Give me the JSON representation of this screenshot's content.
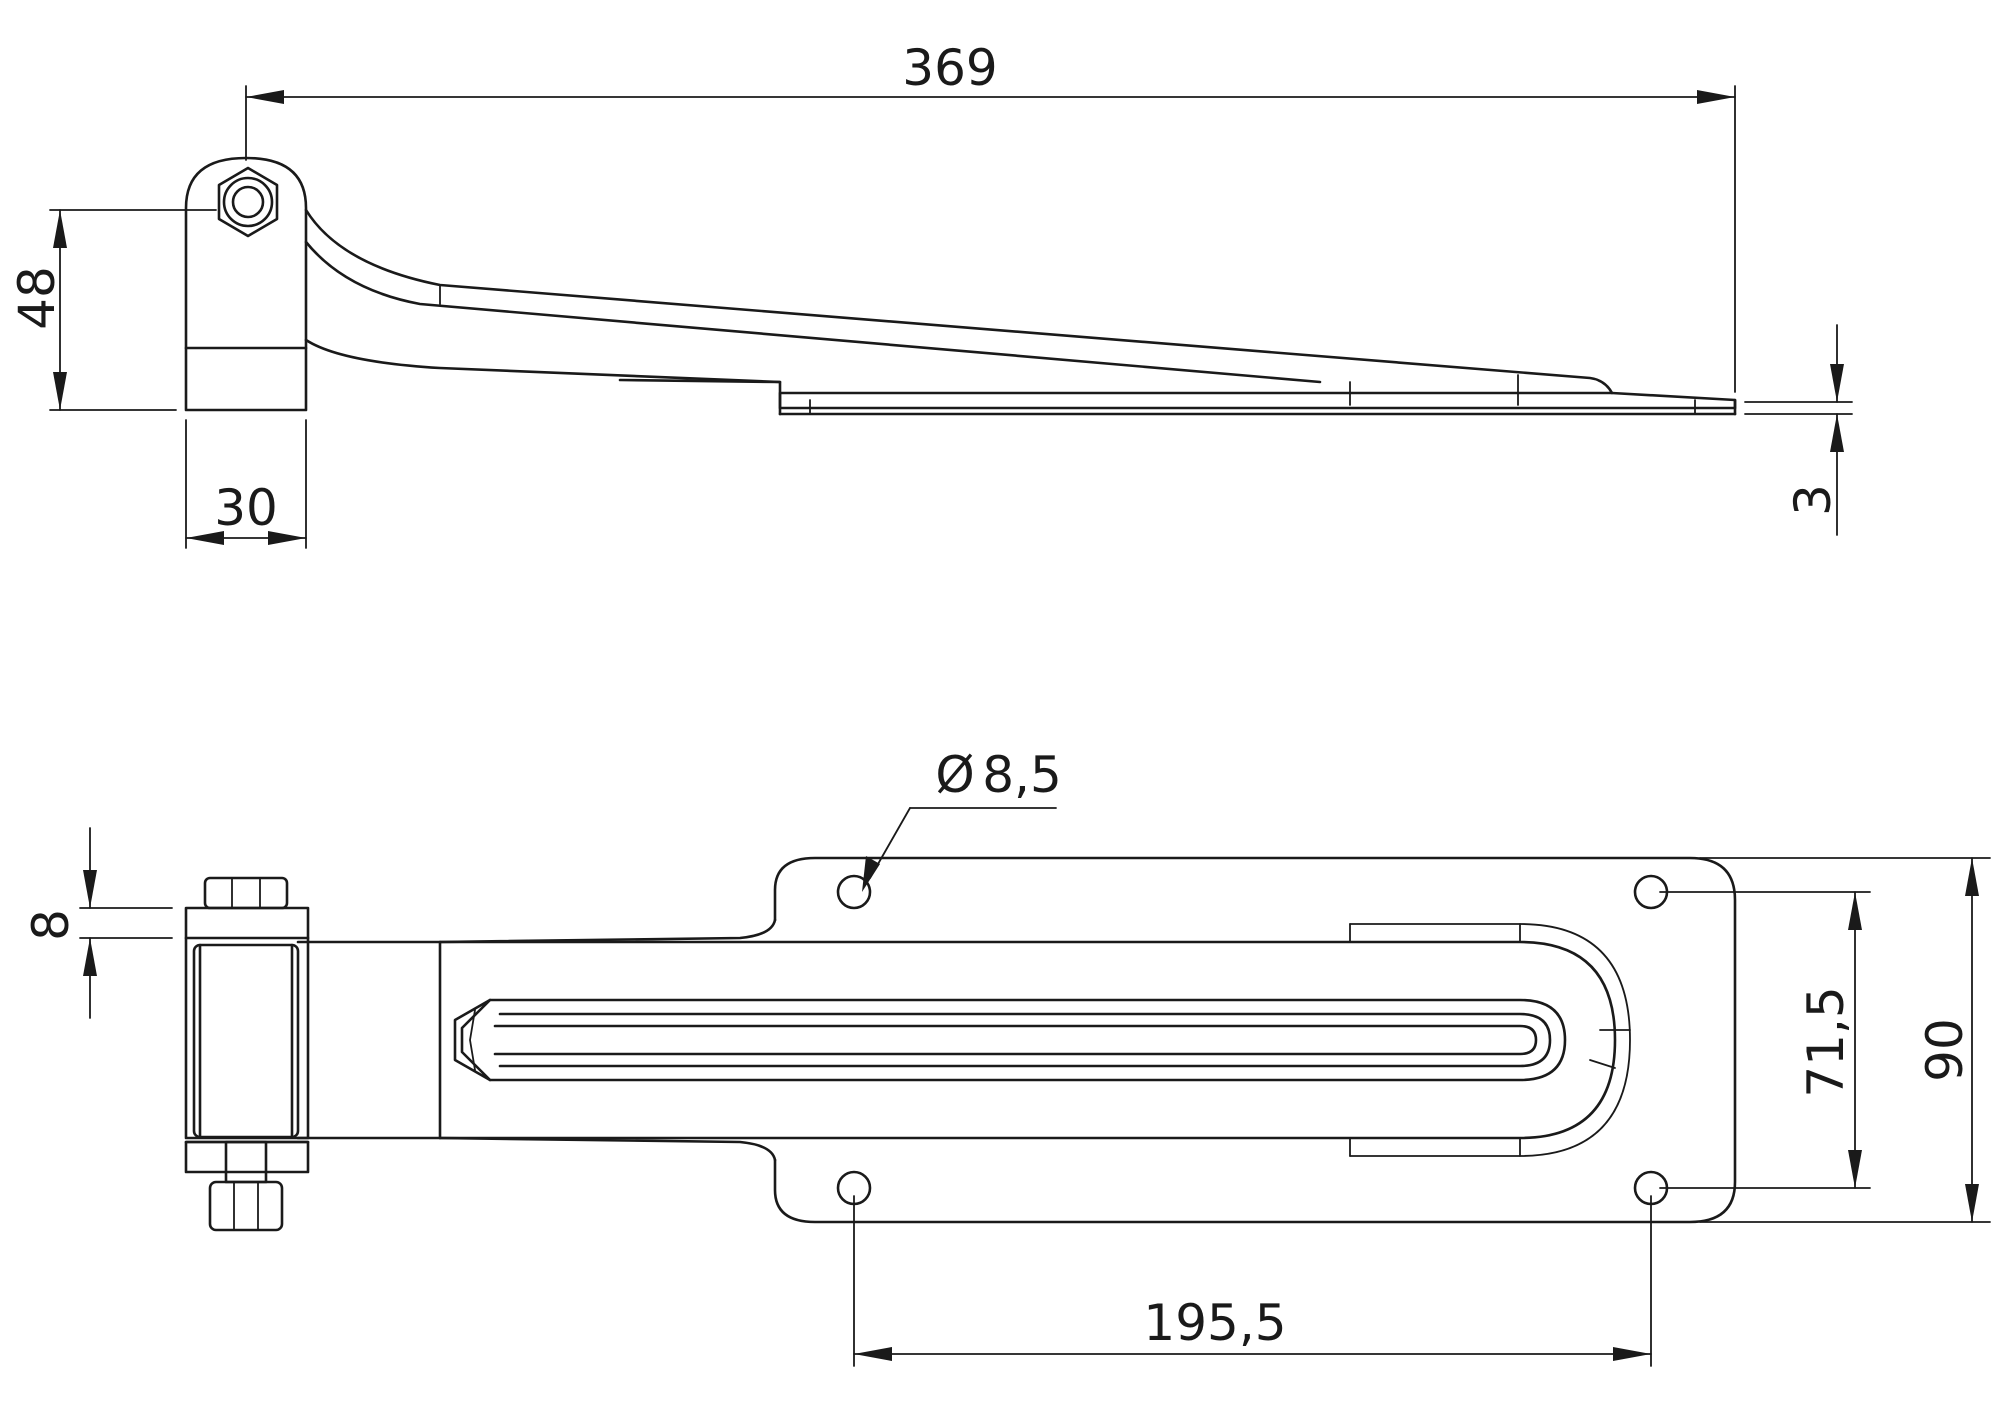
{
  "dimensions": {
    "length": "369",
    "height": "48",
    "width": "30",
    "thickness": "3",
    "hole_diameter_symbol": "Ø",
    "hole_diameter": "8,5",
    "bolt": "8",
    "hole_spacing_vertical": "71,5",
    "plate_width": "90",
    "hole_spacing_horizontal": "195,5"
  }
}
